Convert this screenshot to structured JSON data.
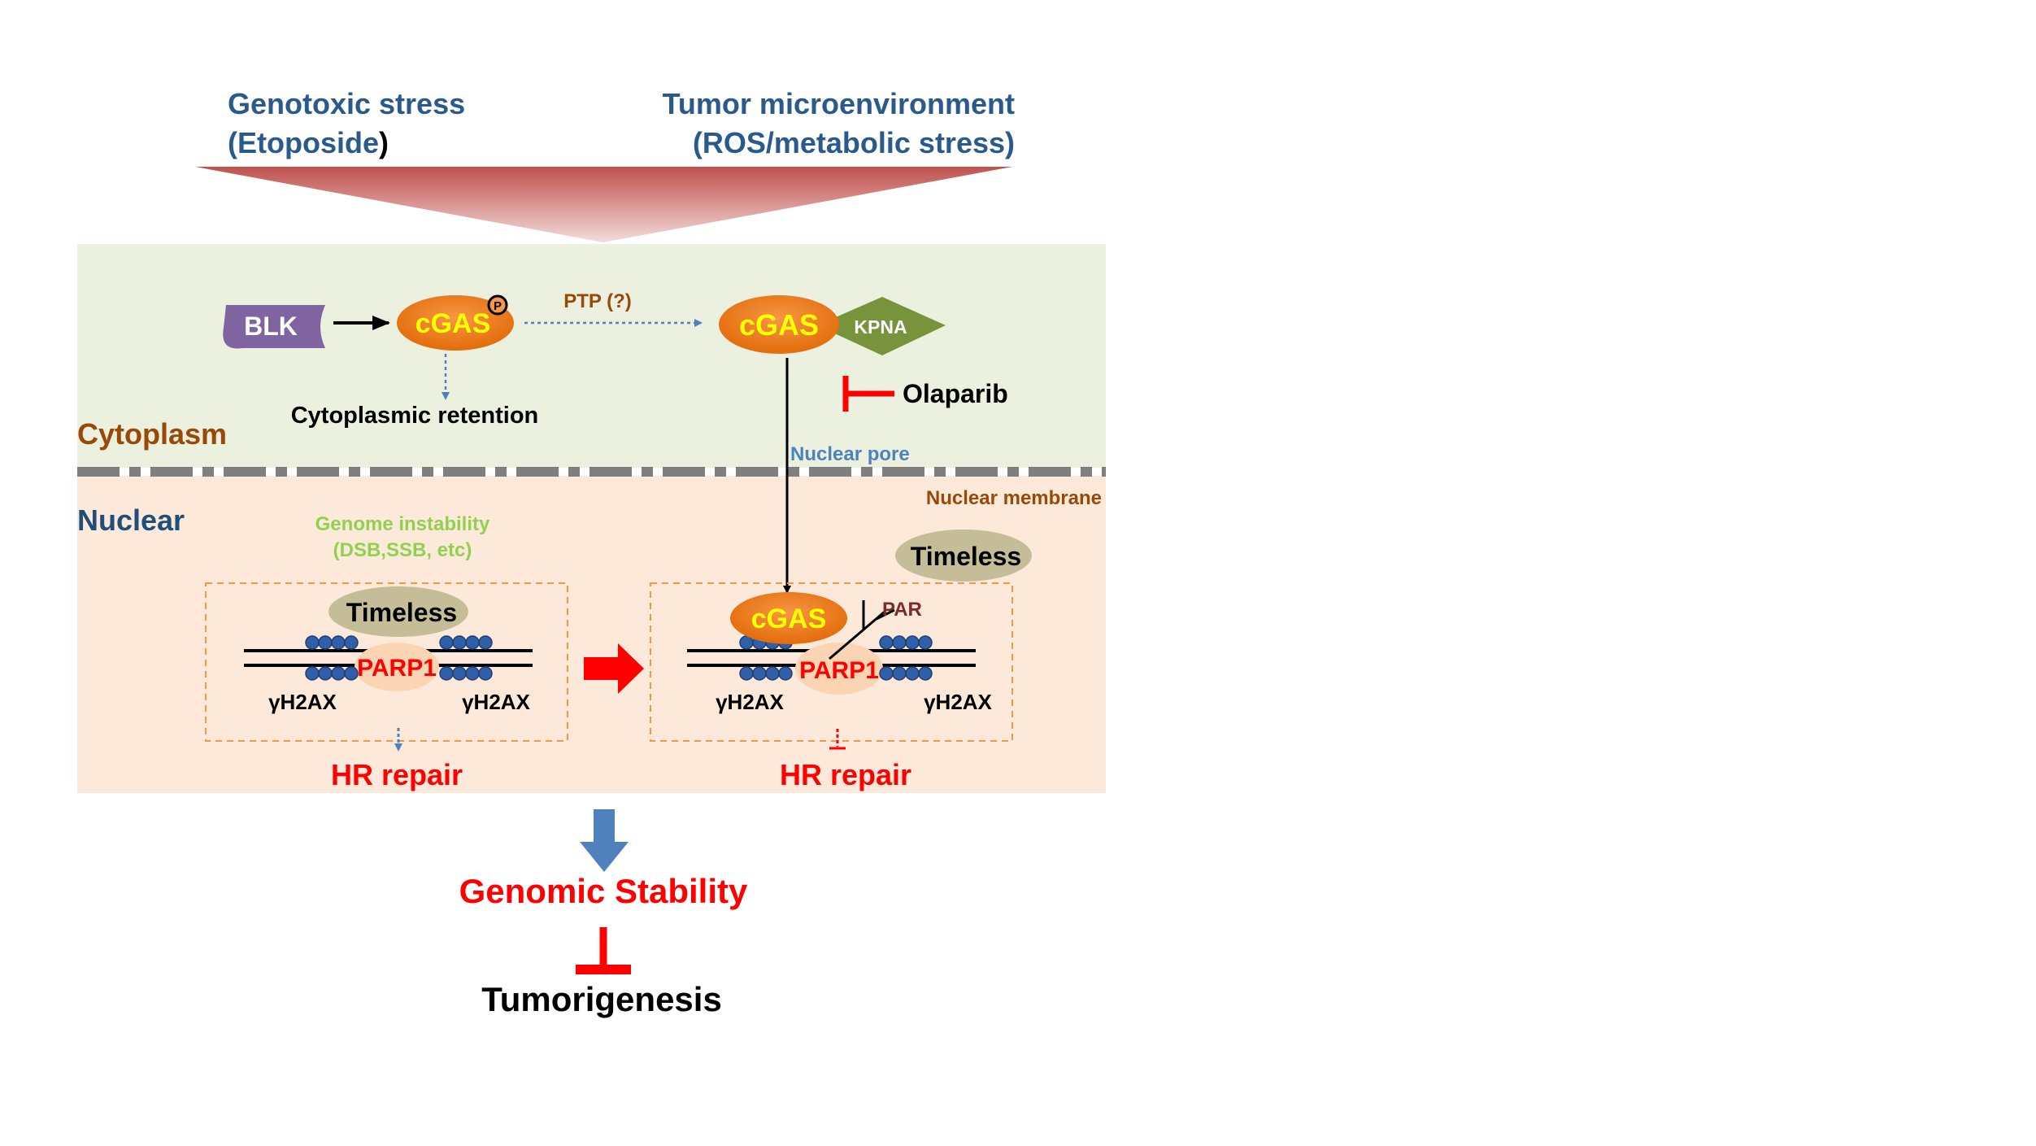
{
  "stress": {
    "genotoxic_line1": "Genotoxic stress",
    "genotoxic_line2_open": "(Etoposide",
    "genotoxic_line2_close": ")",
    "tumor_line1": "Tumor microenvironment",
    "tumor_line2": "(ROS/metabolic stress)"
  },
  "compartments": {
    "cytoplasm": "Cytoplasm",
    "nuclear": "Nuclear",
    "nuclear_membrane": "Nuclear membrane",
    "nuclear_pore": "Nuclear pore"
  },
  "cytoplasm": {
    "blk": "BLK",
    "cgas_phospho": "cGAS",
    "phospho_mark": "P",
    "ptp": "PTP (?)",
    "cytoplasmic_retention": "Cytoplasmic retention",
    "cgas_kpna": "cGAS",
    "kpna": "KPNA",
    "olaparib": "Olaparib"
  },
  "nucleus": {
    "genome_instability_line1": "Genome instability",
    "genome_instability_line2": "(DSB,SSB, etc)",
    "left_timeless": "Timeless",
    "left_parp1": "PARP1",
    "left_h2ax_left": "γH2AX",
    "left_h2ax_right": "γH2AX",
    "left_hr_repair": "HR repair",
    "right_timeless": "Timeless",
    "right_cgas": "cGAS",
    "par": "PAR",
    "right_parp1": "PARP1",
    "right_h2ax_left": "γH2AX",
    "right_h2ax_right": "γH2AX",
    "right_hr_repair": "HR repair"
  },
  "outcome": {
    "genomic_stability": "Genomic Stability",
    "tumorigenesis": "Tumorigenesis"
  },
  "colors": {
    "title_blue": "#2a5a8c",
    "cytoplasm_bg": "#ebf1de",
    "nucleus_bg": "#fde9d9",
    "cgas_orange": "#e36c09",
    "cgas_text": "#ffff00",
    "blk_purple": "#8064a2",
    "kpna_green": "#77933c",
    "timeless_olive": "#c4bd97",
    "red": "#ff0000",
    "brown": "#984807",
    "arrow_blue": "#4f81bd",
    "light_green_text": "#92d050"
  }
}
